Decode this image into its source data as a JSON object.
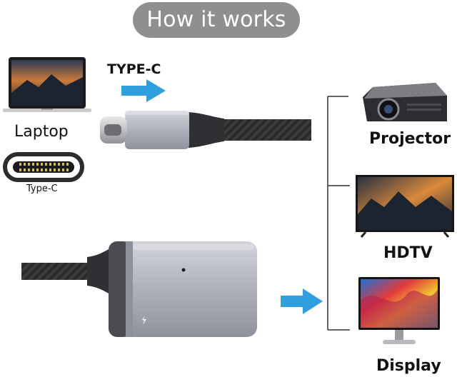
{
  "header": {
    "title": "How it works"
  },
  "source": {
    "device_label": "Laptop",
    "port_label": "Type-C",
    "cable_label": "TYPE-C"
  },
  "outputs": [
    {
      "label": "Projector"
    },
    {
      "label": "HDTV"
    },
    {
      "label": "Display"
    }
  ],
  "colors": {
    "arrow": "#2f9fe0",
    "pill": "#8f8f8f",
    "aluminum": "#b3b6c0",
    "braid": "#2a2a2a",
    "bracket": "#333333"
  }
}
